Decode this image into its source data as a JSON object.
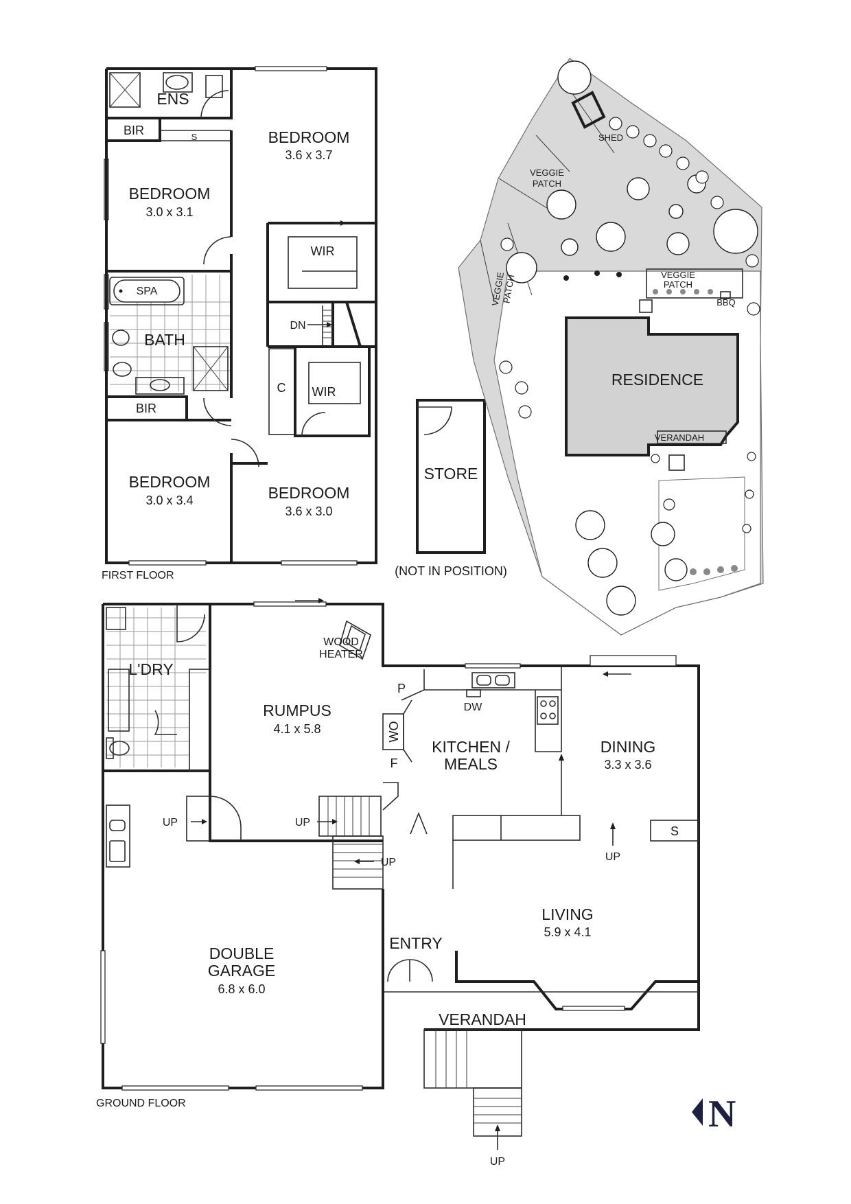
{
  "first_floor": {
    "caption": "FIRST FLOOR",
    "rooms": {
      "ens": "ENS",
      "bir_top": "BIR",
      "s": "S",
      "bedroom_1_name": "BEDROOM",
      "bedroom_1_dim": "3.6 x 3.7",
      "bedroom_2_name": "BEDROOM",
      "bedroom_2_dim": "3.0 x 3.1",
      "wir_1": "WIR",
      "spa": "SPA",
      "bath": "BATH",
      "dn": "DN",
      "c": "C",
      "wir_2": "WIR",
      "bir_bottom": "BIR",
      "bedroom_3_name": "BEDROOM",
      "bedroom_3_dim": "3.0 x 3.4",
      "bedroom_4_name": "BEDROOM",
      "bedroom_4_dim": "3.6 x 3.0"
    }
  },
  "store": {
    "name": "STORE",
    "note": "(NOT IN POSITION)"
  },
  "site_plan": {
    "shed": "SHED",
    "veggie_patch_1": [
      "VEGGIE",
      "PATCH"
    ],
    "veggie_patch_2": [
      "VEGGIE",
      "PATCH"
    ],
    "veggie_patch_3": [
      "VEGGIE",
      "PATCH"
    ],
    "bbq": "BBQ",
    "residence": "RESIDENCE",
    "verandah": "VERANDAH"
  },
  "ground_floor": {
    "caption": "GROUND FLOOR",
    "rooms": {
      "ldry": "L'DRY",
      "wood_heater": [
        "WOOD",
        "HEATER"
      ],
      "rumpus_name": "RUMPUS",
      "rumpus_dim": "4.1 x 5.8",
      "p": "P",
      "wo": "WO",
      "f": "F",
      "dw": "DW",
      "kitchen_line1": "KITCHEN /",
      "kitchen_line2": "MEALS",
      "dining_name": "DINING",
      "dining_dim": "3.3 x 3.6",
      "up_garage": "UP",
      "up_rumpus": "UP",
      "up_stairs": "UP",
      "up_living": "UP",
      "up_front": "UP",
      "s": "S",
      "living_name": "LIVING",
      "living_dim": "5.9 x 4.1",
      "entry": "ENTRY",
      "garage_line1": "DOUBLE",
      "garage_line2": "GARAGE",
      "garage_dim": "6.8 x 6.0",
      "verandah": "VERANDAH"
    }
  },
  "north_arrow": {
    "letter": "N",
    "color": "#1c2142"
  }
}
